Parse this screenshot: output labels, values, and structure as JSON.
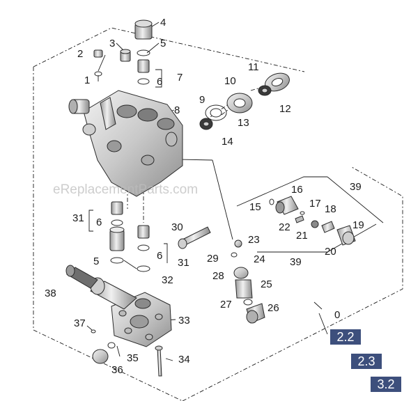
{
  "watermark": "eReplacementParts.com",
  "callouts": [
    "1",
    "2",
    "3",
    "4",
    "5",
    "6",
    "7",
    "8",
    "9",
    "10",
    "11",
    "12",
    "13",
    "14",
    "15",
    "16",
    "17",
    "18",
    "19",
    "20",
    "21",
    "22",
    "23",
    "24",
    "25",
    "26",
    "27",
    "28",
    "29",
    "30",
    "31",
    "32",
    "33",
    "34",
    "35",
    "36",
    "37",
    "38",
    "39",
    "0"
  ],
  "section_badges": [
    "2.2",
    "2.3",
    "3.2"
  ],
  "colors": {
    "badge_bg": "#3d4f7c",
    "badge_text": "#ffffff",
    "line": "#1a1a1a",
    "part_fill": "#d9d9d9"
  }
}
